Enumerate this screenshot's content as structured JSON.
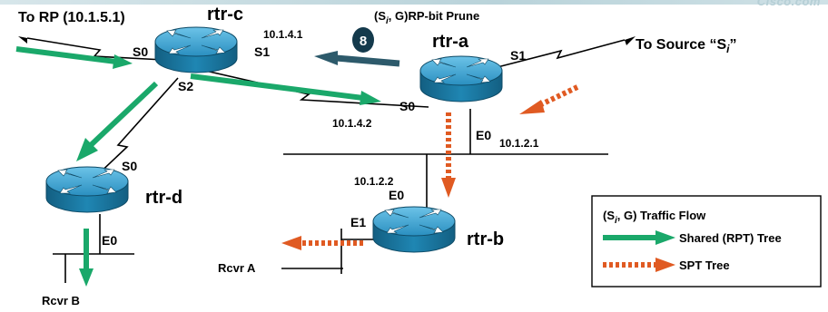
{
  "brand": "Cisco.com",
  "routers": {
    "rtr_c": "rtr-c",
    "rtr_a": "rtr-a",
    "rtr_d": "rtr-d",
    "rtr_b": "rtr-b"
  },
  "labels": {
    "to_rp": "To RP (10.1.5.1)",
    "to_source_prefix": "To Source “S",
    "to_source_sub": "i",
    "to_source_suffix": "”",
    "prune_prefix": "(S",
    "prune_sub": "i",
    "prune_suffix": ", G)RP-bit Prune",
    "step_number": "8",
    "rtr_c_s0": "S0",
    "rtr_c_s1": "S1",
    "rtr_c_s2": "S2",
    "rtr_a_s0": "S0",
    "rtr_a_s1": "S1",
    "rtr_a_e0": "E0",
    "rtr_d_s0": "S0",
    "rtr_d_e0": "E0",
    "rtr_b_e0": "E0",
    "rtr_b_e1": "E1",
    "ip_10_1_4_1": "10.1.4.1",
    "ip_10_1_4_2": "10.1.4.2",
    "ip_10_1_2_1": "10.1.2.1",
    "ip_10_1_2_2": "10.1.2.2",
    "rcvr_a": "Rcvr  A",
    "rcvr_b": "Rcvr  B"
  },
  "legend": {
    "title_prefix": "(S",
    "title_sub": "i",
    "title_suffix": ", G) Traffic Flow",
    "shared_tree": "Shared (RPT) Tree",
    "spt_tree": "SPT Tree"
  },
  "colors": {
    "router_body": "#1f7fa8",
    "router_top": "#3aa6d4",
    "shared_tree": "#1aa86a",
    "spt_tree": "#e05a22",
    "prune_arrow": "#2d5a6b"
  }
}
